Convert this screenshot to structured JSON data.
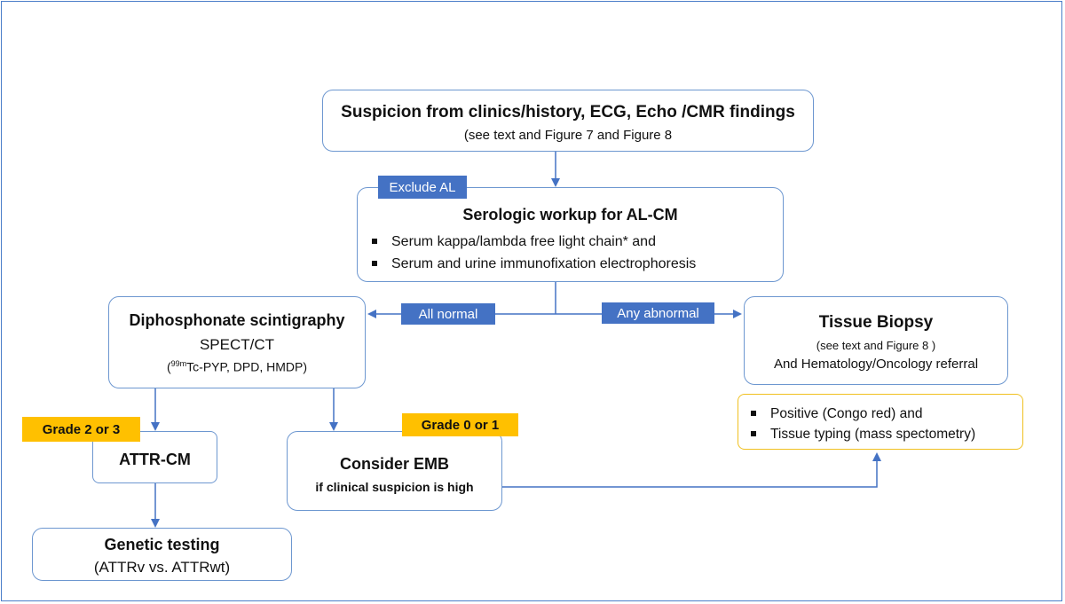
{
  "nodes": {
    "suspicion": {
      "title": "Suspicion from clinics/history, ECG, Echo /CMR findings",
      "subtitle": "(see text and Figure 7 and Figure 8"
    },
    "serologic": {
      "title": "Serologic workup for AL-CM",
      "items": [
        "Serum kappa/lambda free light chain* and",
        "Serum and urine immunofixation electrophoresis"
      ]
    },
    "scintigraphy": {
      "title": "Diphosphonate scintigraphy",
      "subtitle": "SPECT/CT",
      "agents_open": "(",
      "agents_sup": "99m",
      "agents_rest": "Tc-PYP, DPD, HMDP)"
    },
    "biopsy": {
      "title": "Tissue Biopsy",
      "subtitle": "(see text and Figure 8 )",
      "subtitle2": "And Hematology/Oncology referral"
    },
    "biopsy_findings": {
      "items": [
        "Positive (Congo red) and",
        "Tissue typing (mass spectometry)"
      ]
    },
    "attr_cm": {
      "title": "ATTR-CM"
    },
    "emb": {
      "title": "Consider EMB",
      "subtitle": "if clinical suspicion is high"
    },
    "genetic": {
      "title": "Genetic testing",
      "subtitle": "(ATTRv vs. ATTRwt)"
    }
  },
  "labels": {
    "exclude_al": "Exclude AL",
    "all_normal": "All normal",
    "any_abnormal": "Any abnormal",
    "grade_2_3": "Grade 2 or 3",
    "grade_0_1": "Grade 0 or 1"
  },
  "colors": {
    "connector": "#4472c4",
    "box_border": "#6d97d0",
    "label_fill": "#4472c4",
    "grade_fill": "#ffc000",
    "findings_border": "#f0c020"
  }
}
